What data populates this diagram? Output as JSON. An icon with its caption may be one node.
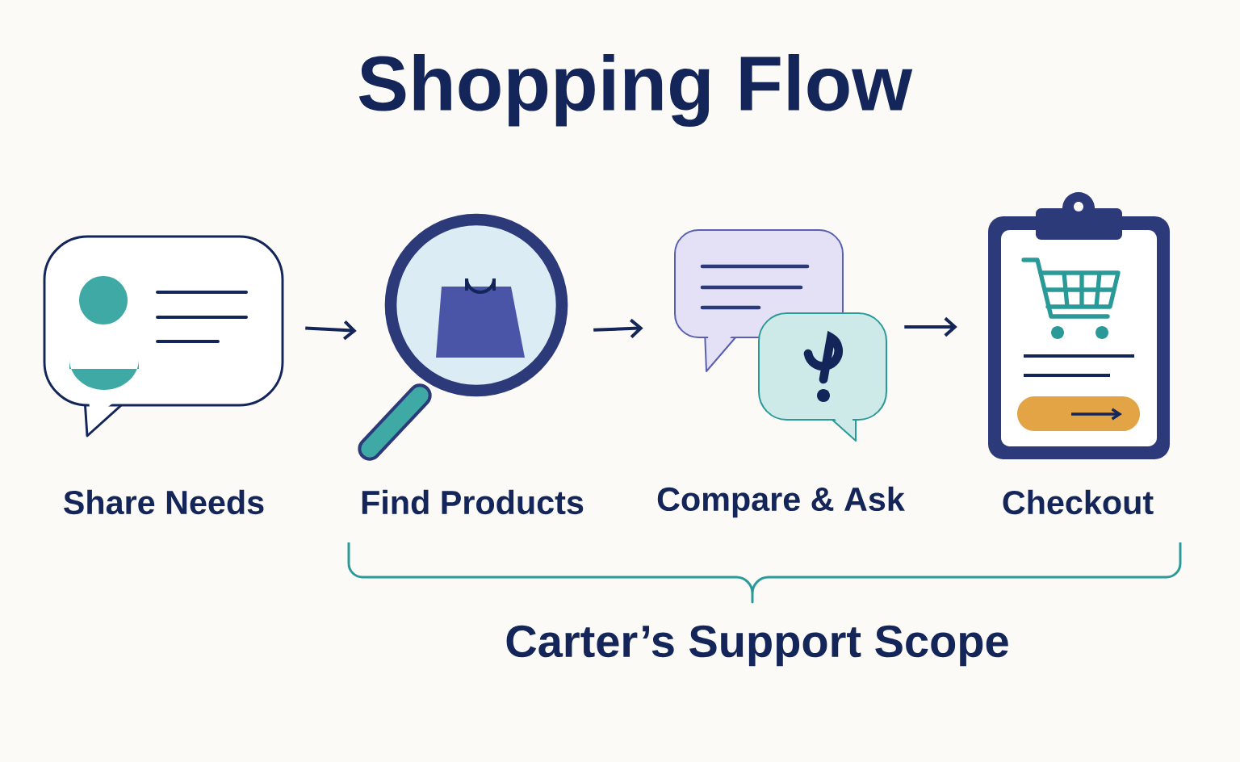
{
  "diagram": {
    "title": "Shopping Flow",
    "nodes": [
      {
        "text": [],
        "shape": "picture",
        "beside": [
          "Share Needs"
        ]
      },
      {
        "text": [],
        "shape": "picture",
        "beside": [
          "Find Products"
        ]
      },
      {
        "text": [],
        "shape": "picture",
        "beside": [
          "Compare & Ask"
        ]
      },
      {
        "text": [],
        "shape": "picture",
        "beside": [
          "Checkout"
        ]
      }
    ],
    "edges": [
      {
        "from": 0,
        "to": 1,
        "arrow": "to"
      },
      {
        "from": 1,
        "to": 2,
        "arrow": "to"
      },
      {
        "from": 2,
        "to": 3,
        "arrow": "to"
      }
    ],
    "labels": [
      "Carter’s Support Scope"
    ]
  }
}
